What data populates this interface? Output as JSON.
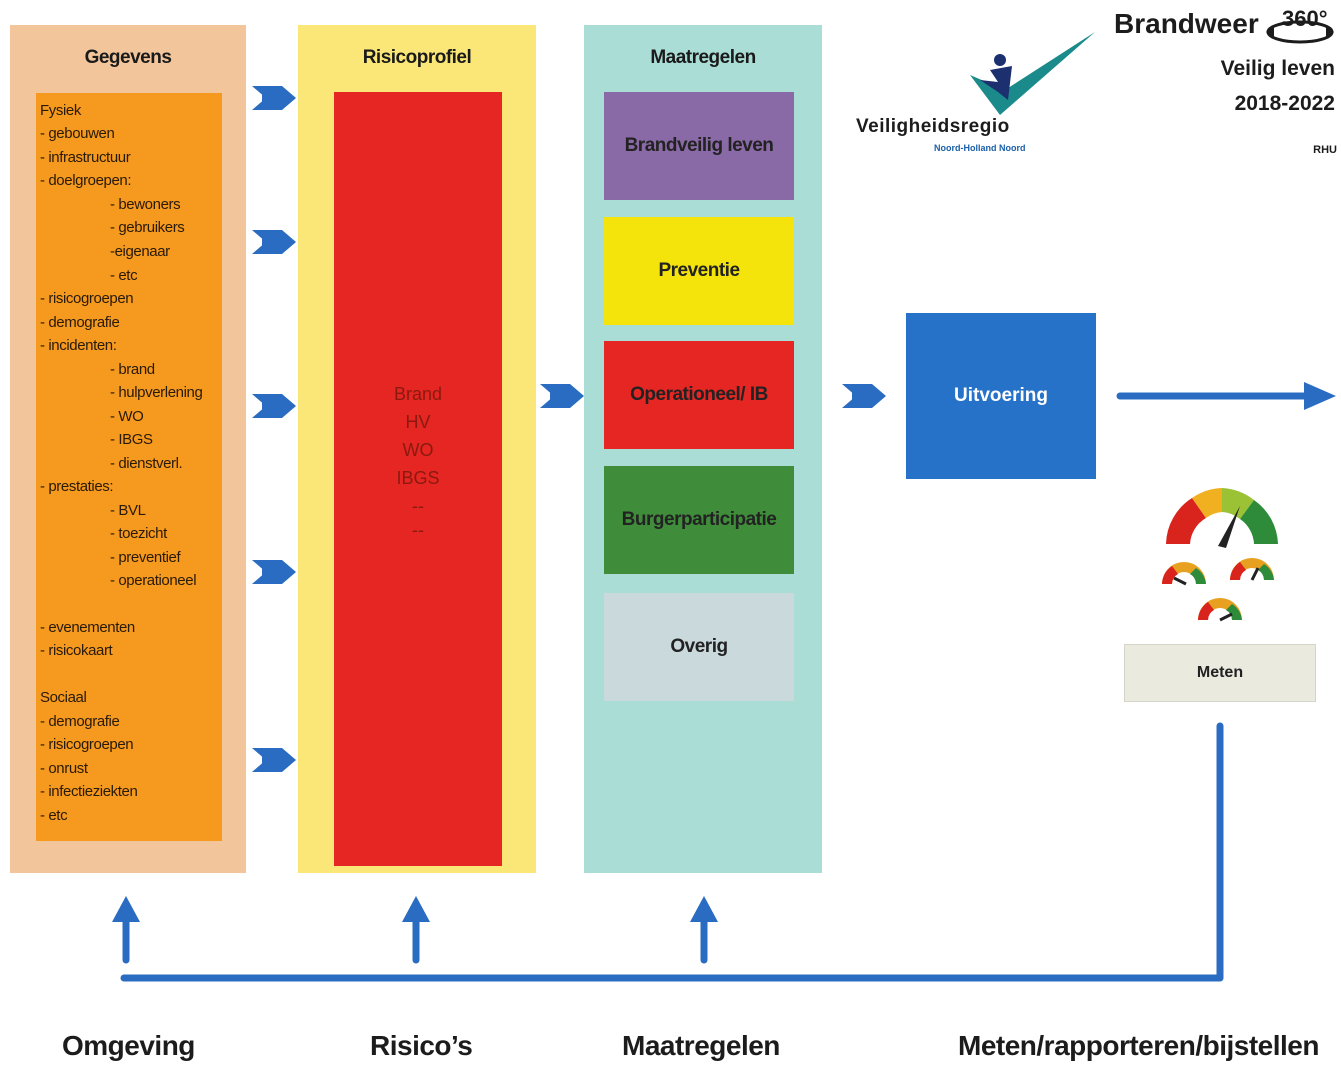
{
  "header": {
    "brandweer": "Brandweer",
    "badge": "360°",
    "subtitle": "Veilig leven",
    "years": "2018-2022",
    "code": "RHU",
    "logo_name": "Veiligheidsregio",
    "logo_sub": "Noord-Holland Noord"
  },
  "gegevens": {
    "title": "Gegevens",
    "lines": [
      "Fysiek",
      "- gebouwen",
      "- infrastructuur",
      "- doelgroepen:",
      "- bewoners",
      "- gebruikers",
      "-eigenaar",
      "- etc",
      "- risicogroepen",
      "- demografie",
      "- incidenten:",
      "- brand",
      "- hulpverlening",
      "- WO",
      "- IBGS",
      "- dienstverl.",
      "- prestaties:",
      "- BVL",
      "- toezicht",
      "- preventief",
      "- operationeel",
      "- evenementen",
      "- risicokaart",
      "Sociaal",
      "- demografie",
      "- risicogroepen",
      "- onrust",
      "- infectieziekten",
      "- etc"
    ]
  },
  "risicoprofiel": {
    "title": "Risicoprofiel",
    "lines": [
      "Brand",
      "HV",
      "WO",
      "IBGS",
      "--",
      "--"
    ]
  },
  "maatregelen": {
    "title": "Maatregelen",
    "boxes": [
      {
        "label": "Brandveilig leven",
        "color": "#8a6aa6"
      },
      {
        "label": "Preventie",
        "color": "#f4e40c"
      },
      {
        "label": "Operationeel/ IB",
        "color": "#e52622"
      },
      {
        "label": "Burgerparticipatie",
        "color": "#3f8d3a"
      },
      {
        "label": "Overig",
        "color": "#c9d9dc"
      }
    ]
  },
  "uitvoering": "Uitvoering",
  "meten": "Meten",
  "bottom": {
    "omgeving": "Omgeving",
    "risicos": "Risico’s",
    "maatregelen": "Maatregelen",
    "meten": "Meten/rapporteren/bijstellen"
  },
  "colors": {
    "arrow": "#2a6cc2",
    "gegevens_bg": "#f2c59a",
    "gegevens_box": "#f59a1e",
    "risico_bg": "#fbe777",
    "risico_box": "#e52622",
    "maat_bg": "#a9ddd6",
    "uitvoering": "#2672c8"
  }
}
